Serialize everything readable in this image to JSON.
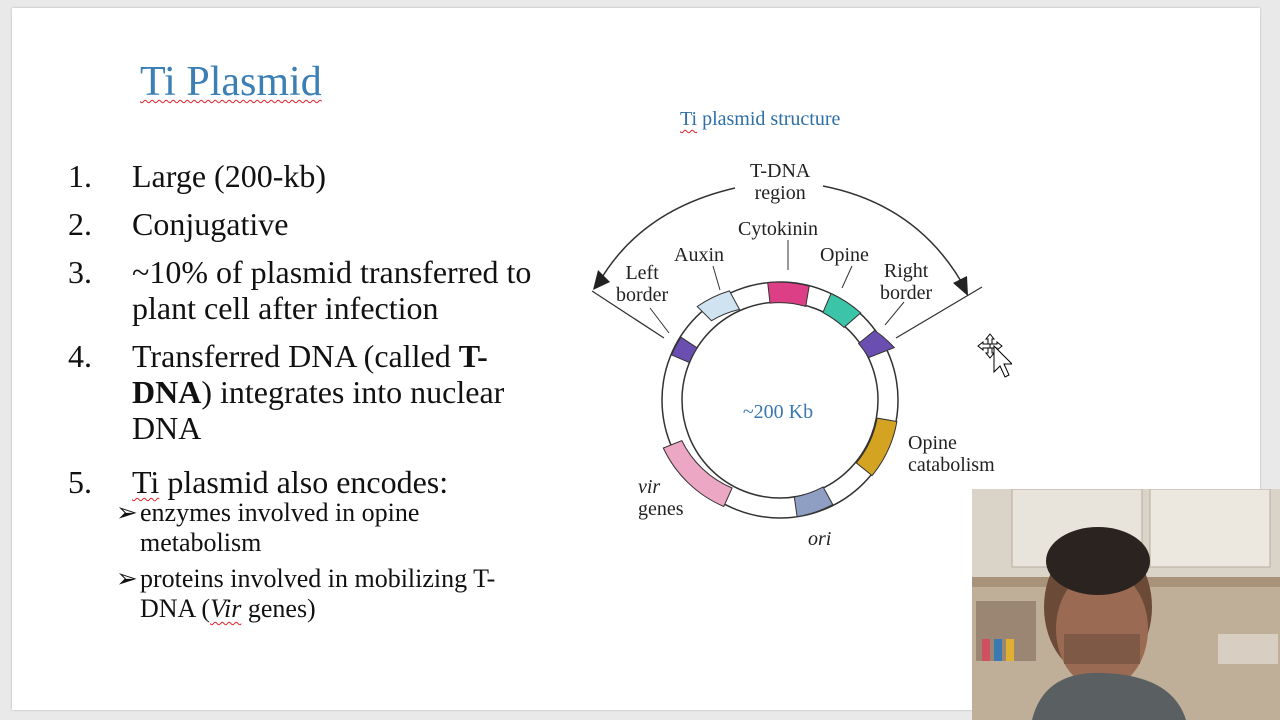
{
  "slide": {
    "title": "Ti Plasmid",
    "title_underlined_part": "Ti",
    "items": [
      {
        "num": "1.",
        "text": "Large (200-kb)"
      },
      {
        "num": "2.",
        "text": "Conjugative"
      },
      {
        "num": "3.",
        "line1": "~10% of plasmid transferred to",
        "line2": "plant cell after infection"
      },
      {
        "num": "4.",
        "pre": "Transferred DNA (called ",
        "bold": "T-",
        "bold2": "DNA",
        "post": ") integrates into nuclear",
        "line3": "DNA"
      },
      {
        "num": "5.",
        "text": "Ti plasmid also encodes:"
      }
    ],
    "subitems": [
      {
        "line1": "enzymes involved in opine",
        "line2": "metabolism"
      },
      {
        "line1": "proteins involved in mobilizing T-",
        "line2_pre": "DNA (",
        "line2_italic": "Vir",
        "line2_post": " genes)"
      }
    ]
  },
  "diagram": {
    "title": "Ti plasmid structure",
    "center_label": "~200 Kb",
    "labels": {
      "tdna": [
        "T-DNA",
        "region"
      ],
      "left_border": [
        "Left",
        "border"
      ],
      "auxin": "Auxin",
      "cytokinin": "Cytokinin",
      "opine": "Opine",
      "right_border": [
        "Right",
        "border"
      ],
      "opine_catabolism": [
        "Opine",
        "catabolism"
      ],
      "vir": [
        "vir",
        "genes"
      ],
      "ori": "ori"
    },
    "colors": {
      "border_segment": "#6a4fb0",
      "auxin": "#cfe3f0",
      "cytokinin": "#dc3f85",
      "opine": "#3cc4a8",
      "opine_catabolism": "#d4a322",
      "vir": "#eba7c3",
      "ori": "#8f9fc4"
    }
  },
  "colors": {
    "title": "#3b7fb4",
    "diagram_title": "#2d6fa6",
    "center_label": "#3a78b0"
  }
}
